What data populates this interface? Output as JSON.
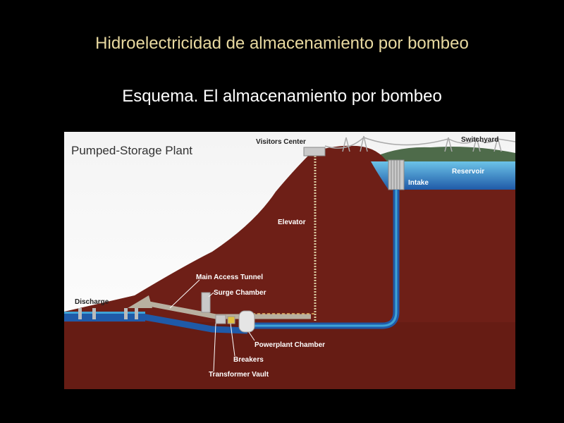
{
  "slide": {
    "title": "Hidroelectricidad de almacenamiento por bombeo",
    "subtitle": "Esquema. El almacenamiento por bombeo"
  },
  "diagram": {
    "title": "Pumped-Storage Plant",
    "labels": {
      "visitors_center": "Visitors Center",
      "switchyard": "Switchyard",
      "reservoir": "Reservoir",
      "intake": "Intake",
      "elevator": "Elevator",
      "main_access_tunnel": "Main Access Tunnel",
      "surge_chamber": "Surge Chamber",
      "discharge": "Discharge",
      "powerplant_chamber": "Powerplant Chamber",
      "breakers": "Breakers",
      "transformer_vault": "Transformer Vault"
    },
    "colors": {
      "earth": "#6e1f17",
      "water": "#1f5aa8",
      "water_light": "#3fa3d6",
      "sky": "#ffffff",
      "tunnel": "#b8b0a0",
      "leader": "#ffffff"
    }
  }
}
